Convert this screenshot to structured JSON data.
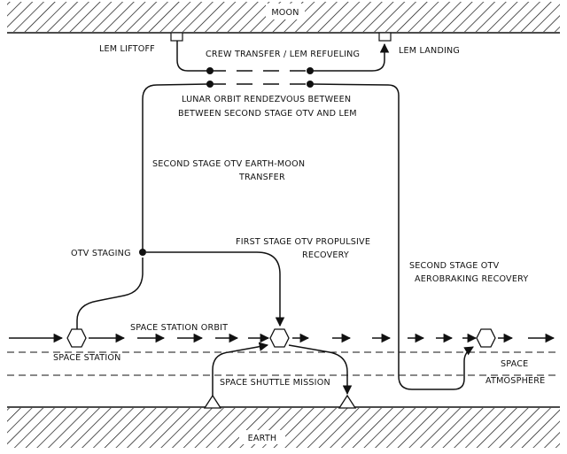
{
  "labels": {
    "moon": "MOON",
    "earth": "EARTH",
    "lem_liftoff": "LEM LIFTOFF",
    "lem_landing": "LEM LANDING",
    "crew_transfer": "CREW TRANSFER / LEM REFUELING",
    "rendezvous_line1": "LUNAR ORBIT RENDEZVOUS BETWEEN",
    "rendezvous_line2": "BETWEEN SECOND STAGE OTV AND LEM",
    "transfer_line1": "SECOND STAGE OTV EARTH-MOON",
    "transfer_line2": "TRANSFER",
    "otv_staging": "OTV STAGING",
    "first_stage_line1": "FIRST STAGE OTV PROPULSIVE",
    "first_stage_line2": "RECOVERY",
    "aerobraking_line1": "SECOND STAGE OTV",
    "aerobraking_line2": "AEROBRAKING RECOVERY",
    "space_station_orbit": "SPACE STATION ORBIT",
    "space_station": "SPACE STATION",
    "space": "SPACE",
    "atmosphere": "ATMOSPHERE",
    "shuttle_mission": "SPACE SHUTTLE MISSION"
  }
}
